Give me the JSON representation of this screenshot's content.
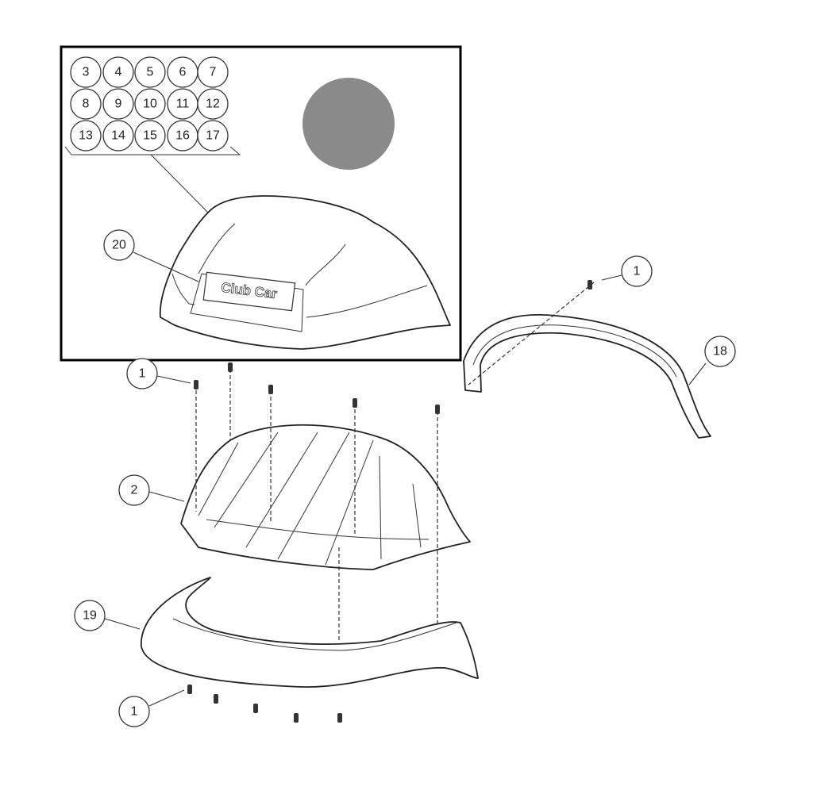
{
  "inset": {
    "callouts_grid": [
      [
        "3",
        "4",
        "5",
        "6",
        "7"
      ],
      [
        "8",
        "9",
        "10",
        "11",
        "12"
      ],
      [
        "13",
        "14",
        "15",
        "16",
        "17"
      ]
    ],
    "badge_callout": "20",
    "badge_text": "Club Car",
    "marker_color": "#8a8a8a"
  },
  "callouts": {
    "screw_top_right": "1",
    "trim_right": "18",
    "screw_top_left": "1",
    "frame": "2",
    "trim_front": "19",
    "screw_bottom": "1"
  }
}
